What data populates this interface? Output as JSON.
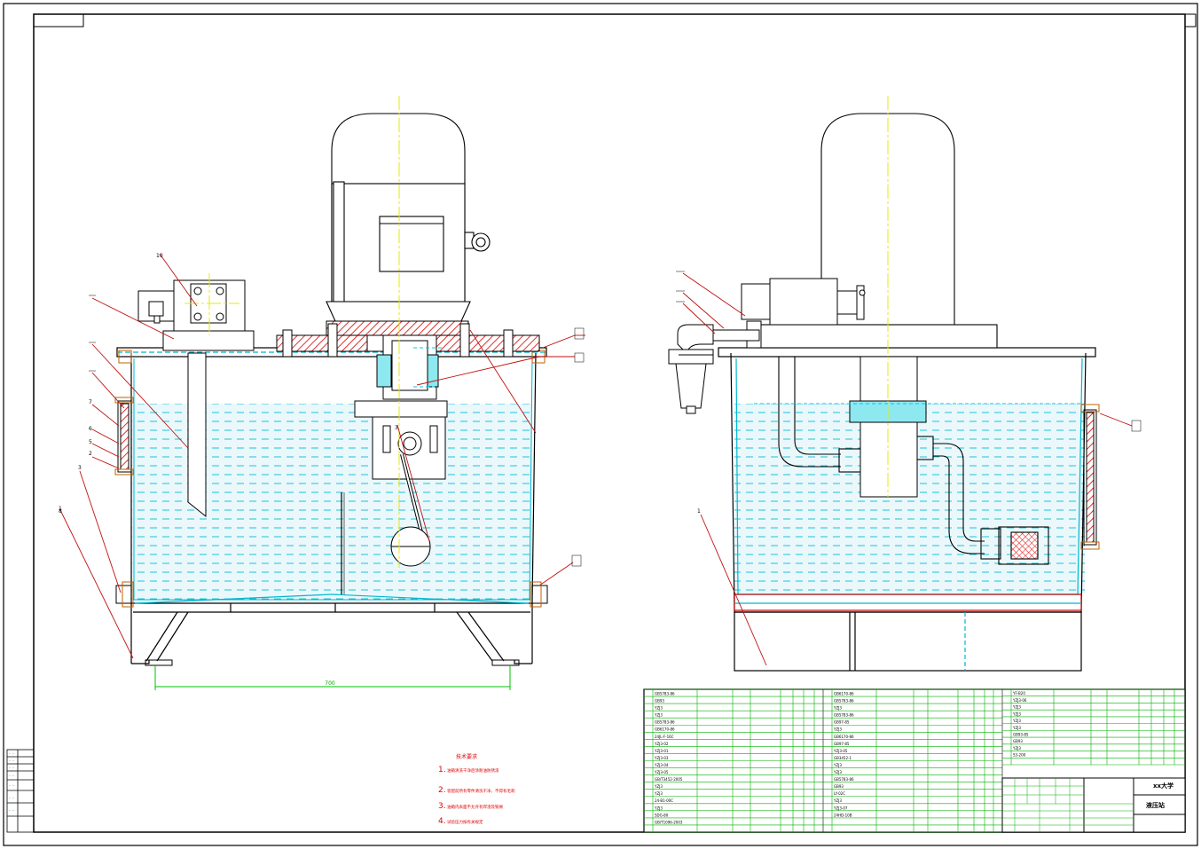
{
  "title_block": {
    "school": "xx大学",
    "drawing_name": "液压站"
  },
  "dimension_label": "700",
  "notes": {
    "heading": "技术要求",
    "lines": [
      "油箱清洗干净后涂耐油防锈漆",
      "装配前所有零件清洗干净，不得有毛刺",
      "油箱内表面不允许有焊渣及铁屑",
      "试验压力按有关规定"
    ],
    "numbers": [
      "1.",
      "2.",
      "3.",
      "4."
    ]
  },
  "callouts_front": [
    "10",
    "1",
    "3",
    "8",
    "7",
    "6",
    "5",
    "2",
    "3",
    "1"
  ],
  "callouts_side": [
    "1"
  ],
  "bom_left": [
    "GB5783-86",
    "GB93",
    "YZJ3",
    "YZJ3",
    "GB5783-86",
    "GB6170-86",
    "24JL-F-16C",
    "YZJ3-02",
    "YZJ3-01",
    "YZJ3-03",
    "YZJ3-04",
    "YZJ3-05",
    "GB/T3452-2005",
    "YZJ3",
    "YZJ3",
    "24-B1-00C",
    "YZJ3",
    "SDG-80",
    "GB/T1096-2003"
  ],
  "bom_mid": [
    "GB6170-86",
    "GB5783-86",
    "YZJ3",
    "GB5783-86",
    "GB97-85",
    "YZJ3",
    "GB6170-86",
    "GB97-85",
    "YZJ3-05",
    "GB3452-1",
    "YZJ3",
    "YZJ3",
    "GB5783-86",
    "GB93",
    "LY-02C",
    "YZJ3",
    "YZJ3-07",
    "24HD-10B"
  ],
  "bom_right": [
    "YF-B20",
    "YZJ3-06",
    "YZJ3",
    "YZJ3",
    "YZJ3",
    "YZJ3",
    "GB93-85",
    "GB93",
    "YZJ3",
    "S3-200"
  ],
  "colors": {
    "outline": "#000000",
    "centerline": "#ffff00",
    "oil_fill": "#dff3f7",
    "oil_line": "#00c8dc",
    "section": "#e04040",
    "leader": "#d02020",
    "note_text": "#e00000",
    "grid_green": "#00c000",
    "hatch": "#ff3030"
  }
}
